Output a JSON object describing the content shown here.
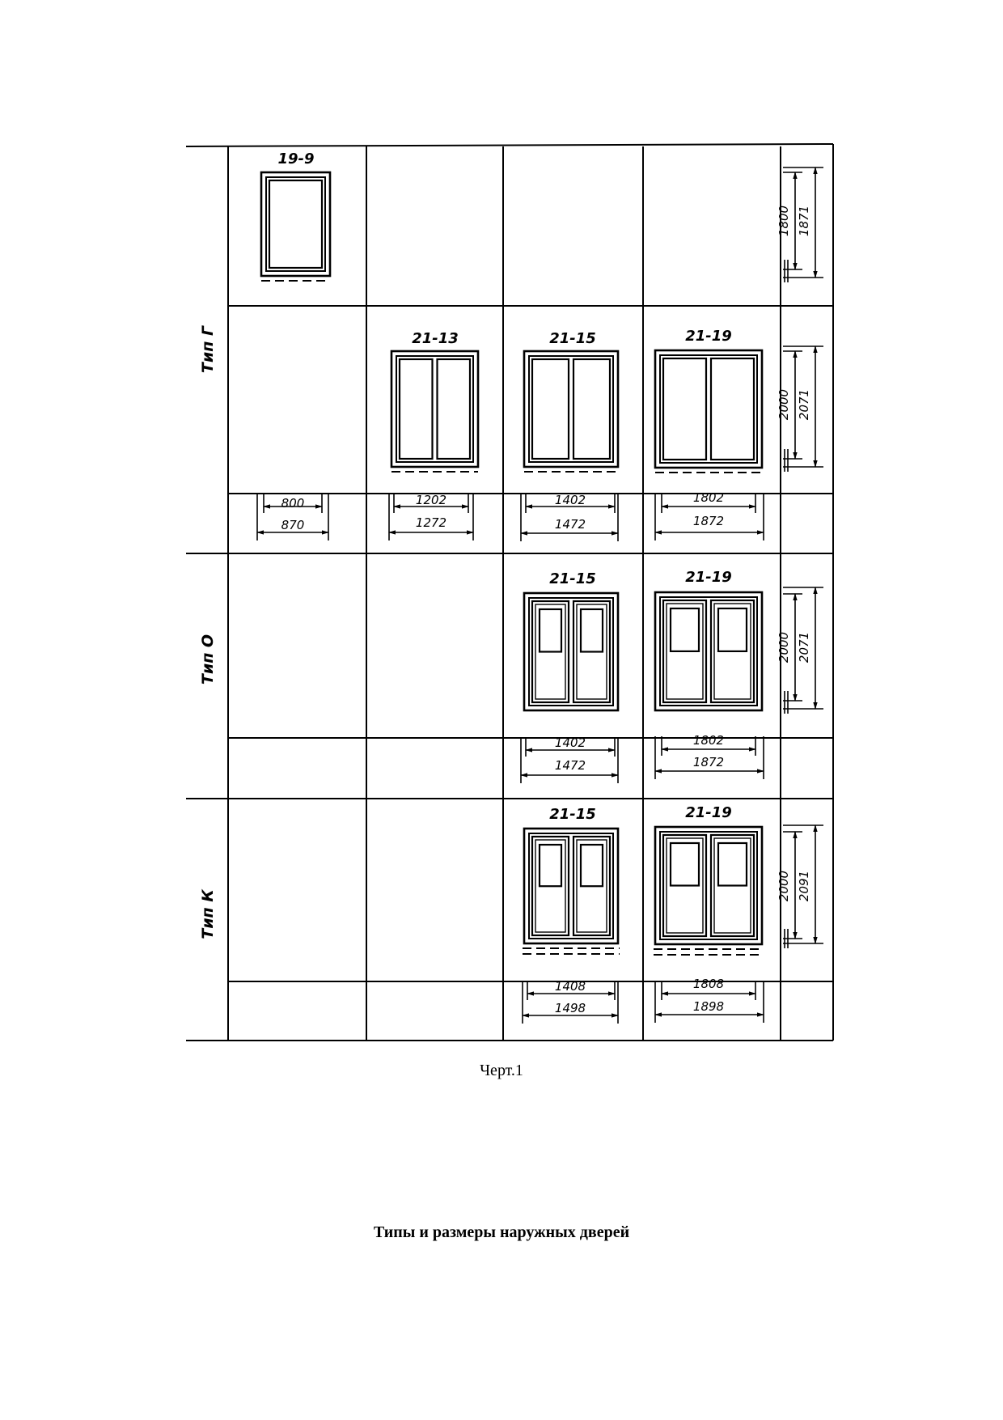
{
  "drawing": {
    "row_types": [
      "Тип Г",
      "Тип О",
      "Тип К"
    ],
    "cells": [
      {
        "label": "19-9",
        "door": "single-plain",
        "threshold": "single"
      },
      {
        "label": "21-13",
        "door": "double-plain",
        "threshold": "single"
      },
      {
        "label": "21-15",
        "door": "double-plain",
        "threshold": "single"
      },
      {
        "label": "21-19",
        "door": "double-plain",
        "threshold": "single"
      },
      {
        "label": "21-15",
        "door": "double-glazed",
        "threshold": "none"
      },
      {
        "label": "21-19",
        "door": "double-glazed",
        "threshold": "none"
      },
      {
        "label": "21-15",
        "door": "double-glazed",
        "threshold": "double"
      },
      {
        "label": "21-19",
        "door": "double-glazed",
        "threshold": "double"
      }
    ],
    "widths": [
      {
        "inner": "800",
        "outer": "870"
      },
      {
        "inner": "1202",
        "outer": "1272"
      },
      {
        "inner": "1402",
        "outer": "1472"
      },
      {
        "inner": "1802",
        "outer": "1872"
      },
      {
        "inner": "1402",
        "outer": "1472"
      },
      {
        "inner": "1802",
        "outer": "1872"
      },
      {
        "inner": "1408",
        "outer": "1498"
      },
      {
        "inner": "1808",
        "outer": "1898"
      }
    ],
    "heights": [
      {
        "inner": "1800",
        "outer": "1871"
      },
      {
        "inner": "2000",
        "outer": "2071"
      },
      {
        "inner": "2000",
        "outer": "2071"
      },
      {
        "inner": "2000",
        "outer": "2091"
      }
    ]
  },
  "caption": "Черт.1",
  "subtitle": "Типы и размеры наружных дверей"
}
